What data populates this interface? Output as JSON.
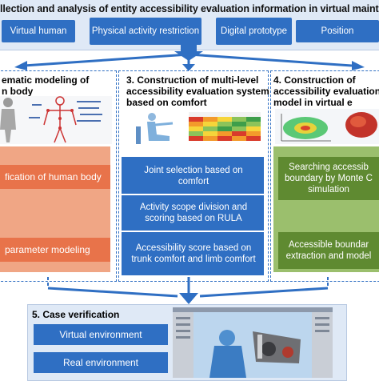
{
  "top": {
    "title": "llection and analysis of entity accessibility evaluation information in virtual mainter",
    "items": [
      "Virtual human",
      "Physical activity restriction",
      "Digital prototype",
      "Position"
    ]
  },
  "section2": {
    "title_line1": "ematic modeling of",
    "title_line2": "n body",
    "item1": "fication of human body",
    "item2": "parameter modeling"
  },
  "section3": {
    "title_line1": "3. Construction of multi-level",
    "title_line2": "accessibility evaluation system",
    "title_line3": "based on comfort",
    "item1": "Joint selection based on comfort",
    "item2": "Activity scope division and scoring based on RULA",
    "item3": "Accessibility score based on trunk comfort and limb comfort"
  },
  "section4": {
    "title_line1": "4. Construction of",
    "title_line2": "accessibility evaluation",
    "title_line3": "model in virtual e",
    "item1_line1": "Searching accessib",
    "item1_line2": "boundary by Monte C",
    "item1_line3": "simulation",
    "item2_line1": "Accessible boundar",
    "item2_line2": "extraction and model"
  },
  "section5": {
    "title": "5. Case verification",
    "item1": "Virtual environment",
    "item2": "Real environment"
  },
  "colors": {
    "blue": "#2f6fc3",
    "orange": "#e8734a",
    "green": "#5f8a31",
    "banner": "#dfe9f6"
  }
}
